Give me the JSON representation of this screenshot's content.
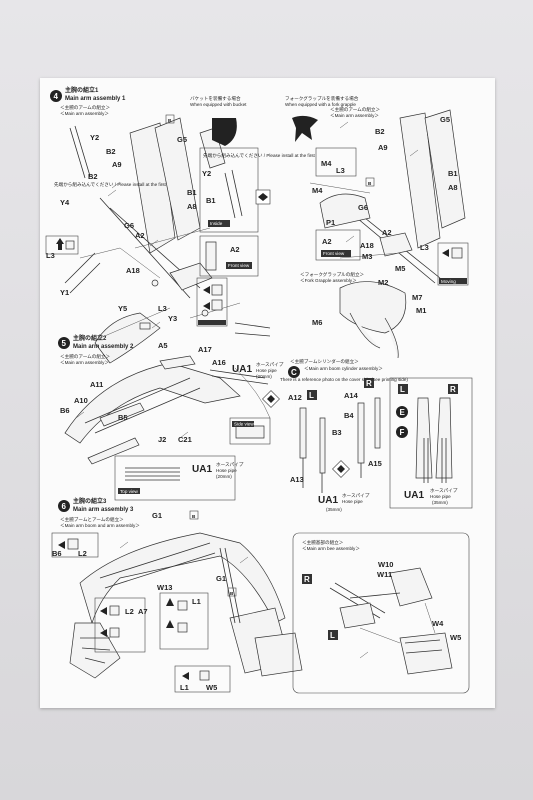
{
  "sheet": {
    "step4": {
      "number": "4",
      "title_jp": "主腕の組立1",
      "title_en": "Main arm assembly 1",
      "sub_jp": "＜主腕のアームの組立＞",
      "sub_en": "＜Main arm assembly＞",
      "bucket_jp": "バケットを装備する場合",
      "bucket_en": "When equipped with bucket",
      "grapple_jp": "フォークグラップルを装備する場合",
      "grapple_en": "When equipped with a fork grapple",
      "grapple_sub_jp": "＜主腕のアームの組立＞",
      "grapple_sub_en": "＜Main arm assembly＞",
      "fork_sub_jp": "＜フォークグラップルの組立＞",
      "fork_sub_en": "＜Fork Grapple assembly＞",
      "install_first_left": "先端から組み込んでください / Please install at the first",
      "install_first_right": "先端から組み込んでください / Please install at the first",
      "labels_left": [
        "Y2",
        "B2",
        "A9",
        "B2",
        "G5",
        "B1",
        "A8",
        "Y4",
        "G6",
        "A2",
        "A18",
        "Y1",
        "Y5",
        "L3",
        "Y3",
        "L3",
        "B"
      ],
      "labels_right": [
        "G5",
        "B2",
        "A9",
        "M4",
        "L3",
        "B1",
        "A8",
        "M4",
        "G6",
        "P1",
        "A2",
        "A18",
        "M3",
        "M5",
        "M2",
        "M7",
        "M1",
        "M6",
        "L3",
        "B"
      ],
      "marks": [
        "Inside",
        "Front view",
        "Front view",
        "Moving",
        "Moving",
        "A2",
        "A2"
      ]
    },
    "step5": {
      "number": "5",
      "title_jp": "主腕の組立2",
      "title_en": "Main arm assembly 2",
      "sub_jp": "＜主腕のアームの組立＞",
      "sub_en": "＜Main arm assembly＞",
      "labels": [
        "A5",
        "A17",
        "A16",
        "UA1",
        "A11",
        "A10",
        "B6",
        "B5",
        "J2",
        "C21",
        "UA1"
      ],
      "hose_jp": "ホースパイプ",
      "hose_en": "Hose pipe",
      "len_20": "(20mm)",
      "side_view": "Side view",
      "top_view": "Top view"
    },
    "stepC": {
      "letter": "C",
      "title_jp": "＜主腕ブームシリンダーの組立＞",
      "title_en": "＜Main arm boom cylinder assembly＞",
      "note": "There is a reference photo on the cover side (see printing side)",
      "L": "L",
      "R": "R",
      "labels": [
        "A12",
        "A14",
        "B4",
        "B3",
        "A13",
        "A15",
        "UA1"
      ],
      "len_35": "(35mm)"
    },
    "stepEF": {
      "L": "L",
      "R": "R",
      "E": "E",
      "F": "F",
      "ua": "UA1",
      "hose_jp": "ホースパイプ",
      "hose_en": "Hose pipe",
      "len": "(35mm)"
    },
    "step6": {
      "number": "6",
      "title_jp": "主腕の組立3",
      "title_en": "Main arm assembly 3",
      "sub_jp": "＜主腕ブームとアームの組立＞",
      "sub_en": "＜Main arm boom and arm assembly＞",
      "labels": [
        "G1",
        "B",
        "B6",
        "L2",
        "W13",
        "L2",
        "A7",
        "L1",
        "G1",
        "L1",
        "W5",
        "B"
      ],
      "base_jp": "＜主腕基部の組立＞",
      "base_en": "＜Main arm bee assembly＞",
      "base_labels": [
        "W10",
        "W11",
        "R",
        "L",
        "W4",
        "W5"
      ]
    }
  }
}
